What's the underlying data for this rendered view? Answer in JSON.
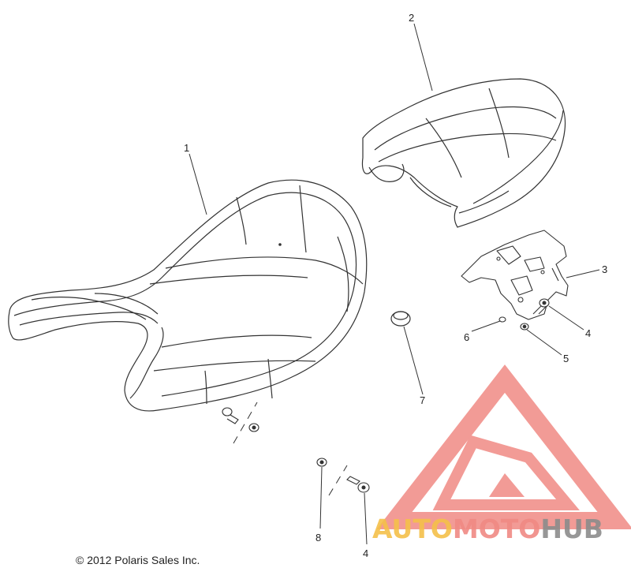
{
  "copyright": "© 2012 Polaris Sales Inc.",
  "callouts": {
    "c1": "1",
    "c2": "2",
    "c3": "3",
    "c4a": "4",
    "c5": "5",
    "c6": "6",
    "c7": "7",
    "c8": "8",
    "c4b": "4"
  },
  "watermark": {
    "part1": "AUTO",
    "part2": "MOTO",
    "part3": "HUB",
    "color_yellow": "#f5c04a",
    "color_red": "#f08a84",
    "color_grey": "#8c8c8c"
  },
  "colors": {
    "line": "#333333"
  }
}
